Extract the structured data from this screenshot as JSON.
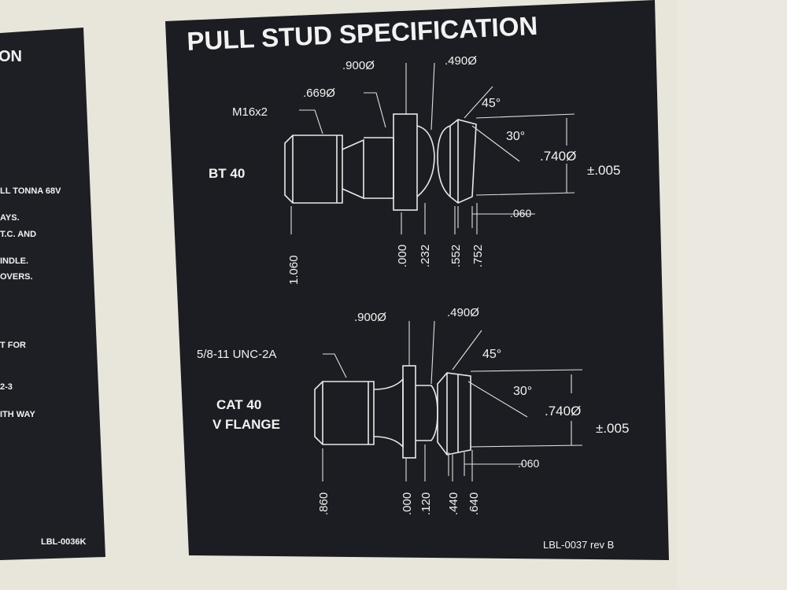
{
  "colors": {
    "wall": "#e8e5db",
    "label": "#1c1d22",
    "ink": "#f2f2f2"
  },
  "left_label": {
    "title_fragment": "ON",
    "lines": [
      "LL TONNA 68V",
      "AYS.",
      "T.C. AND",
      "INDLE.",
      "OVERS.",
      "T FOR",
      "2-3",
      "ITH WAY"
    ],
    "code": "LBL-0036K"
  },
  "main_label": {
    "title": "PULL STUD SPECIFICATION",
    "code": "LBL-0037 rev B",
    "bt40": {
      "name": "BT 40",
      "thread": "M16x2",
      "d1": ".669Ø",
      "d2": ".900Ø",
      "d3": ".490Ø",
      "angle1": "45°",
      "angle2": "30°",
      "d4": ".740Ø",
      "tol": "±.005",
      "gap": ".060",
      "positions": [
        "1.060",
        ".000",
        ".232",
        ".552",
        ".752"
      ]
    },
    "cat40": {
      "name_line1": "CAT 40",
      "name_line2": "V FLANGE",
      "thread": "5/8-11 UNC-2A",
      "d2": ".900Ø",
      "d3": ".490Ø",
      "angle1": "45°",
      "angle2": "30°",
      "d4": ".740Ø",
      "tol": "±.005",
      "gap": ".060",
      "positions": [
        ".860",
        ".000",
        ".120",
        ".440",
        ".640"
      ]
    }
  }
}
